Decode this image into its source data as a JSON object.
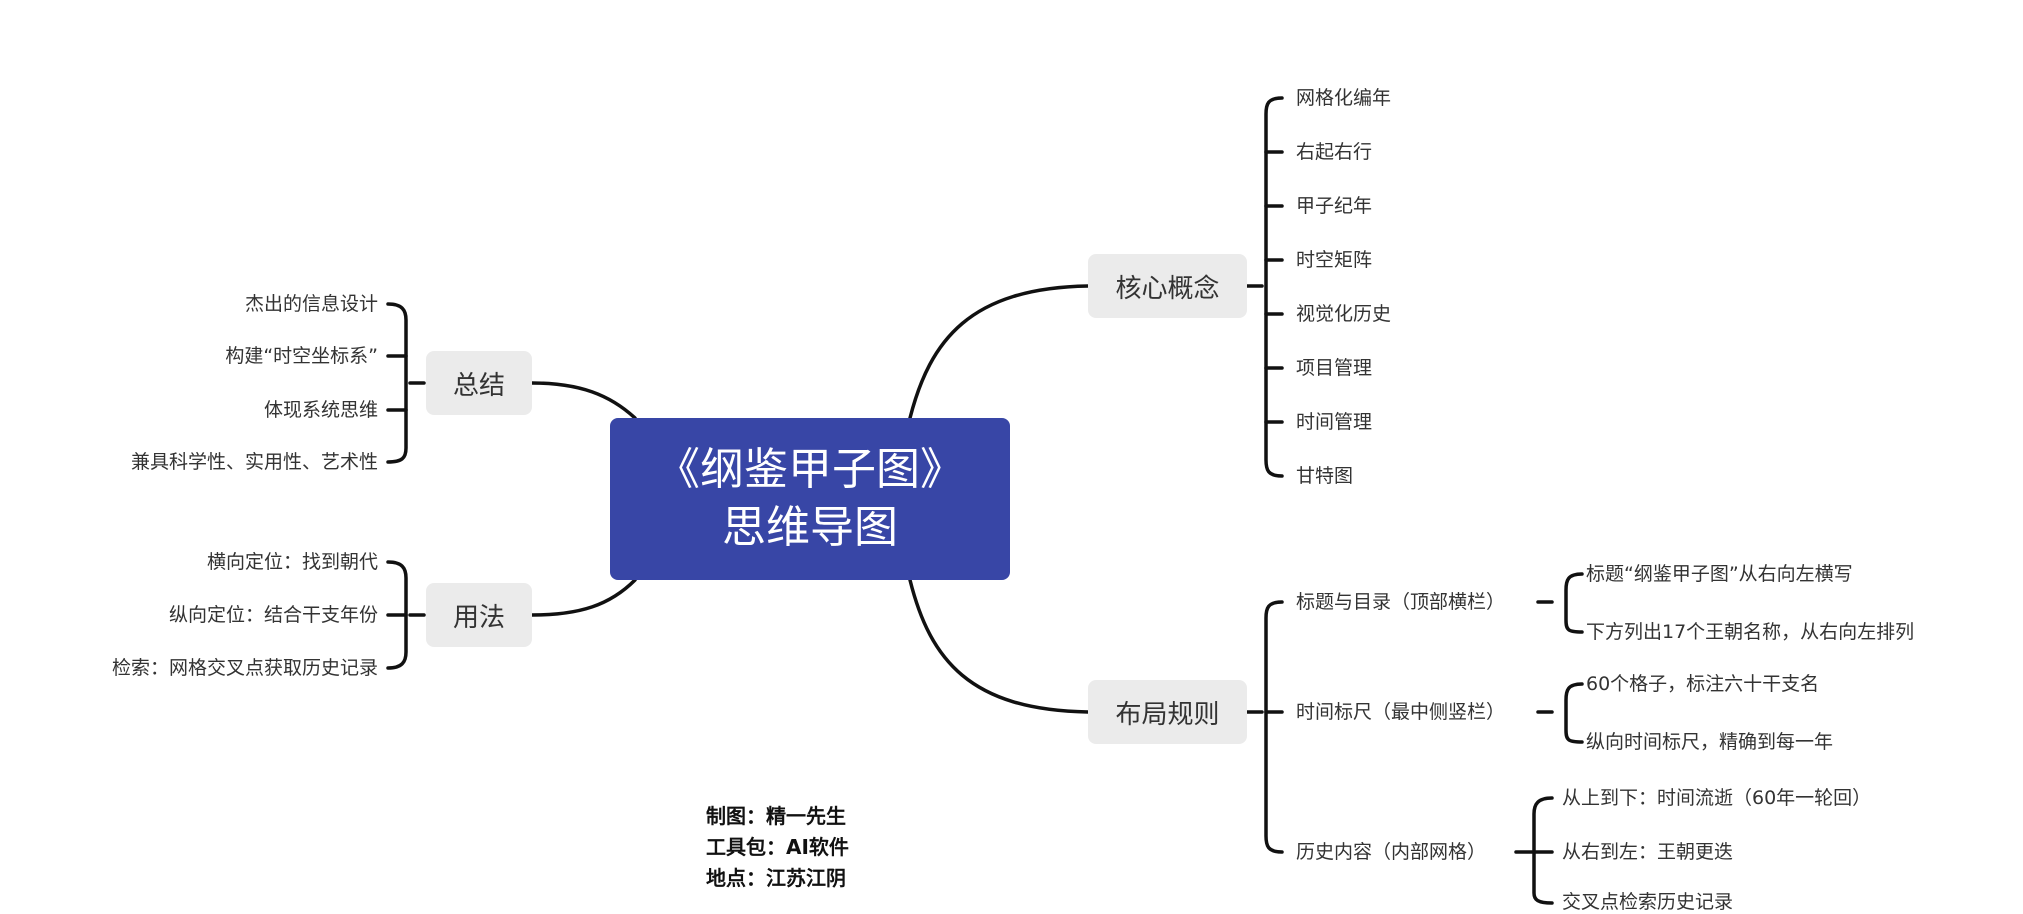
{
  "root": {
    "line1": "《纲鉴甲子图》",
    "line2": "思维导图"
  },
  "branches": {
    "core": {
      "label": "核心概念",
      "items": [
        "网格化编年",
        "右起右行",
        "甲子纪年",
        "时空矩阵",
        "视觉化历史",
        "项目管理",
        "时间管理",
        "甘特图"
      ]
    },
    "layout": {
      "label": "布局规则",
      "subs": [
        {
          "label": "标题与目录（顶部横栏）",
          "items": [
            "标题“纲鉴甲子图”从右向左横写",
            "下方列出17个王朝名称，从右向左排列"
          ]
        },
        {
          "label": "时间标尺（最中侧竖栏）",
          "items": [
            "60个格子，标注六十干支名",
            "纵向时间标尺，精确到每一年"
          ]
        },
        {
          "label": "历史内容（内部网格）",
          "items": [
            "从上到下：时间流逝（60年一轮回）",
            "从右到左：王朝更迭",
            "交叉点检索历史记录"
          ]
        }
      ]
    },
    "summary": {
      "label": "总结",
      "items": [
        "杰出的信息设计",
        "构建“时空坐标系”",
        "体现系统思维",
        "兼具科学性、实用性、艺术性"
      ]
    },
    "usage": {
      "label": "用法",
      "items": [
        "横向定位：找到朝代",
        "纵向定位：结合干支年份",
        "检索：网格交叉点获取历史记录"
      ]
    }
  },
  "credits": [
    "制图：精一先生",
    "工具包：AI软件",
    "地点：江苏江阴"
  ]
}
